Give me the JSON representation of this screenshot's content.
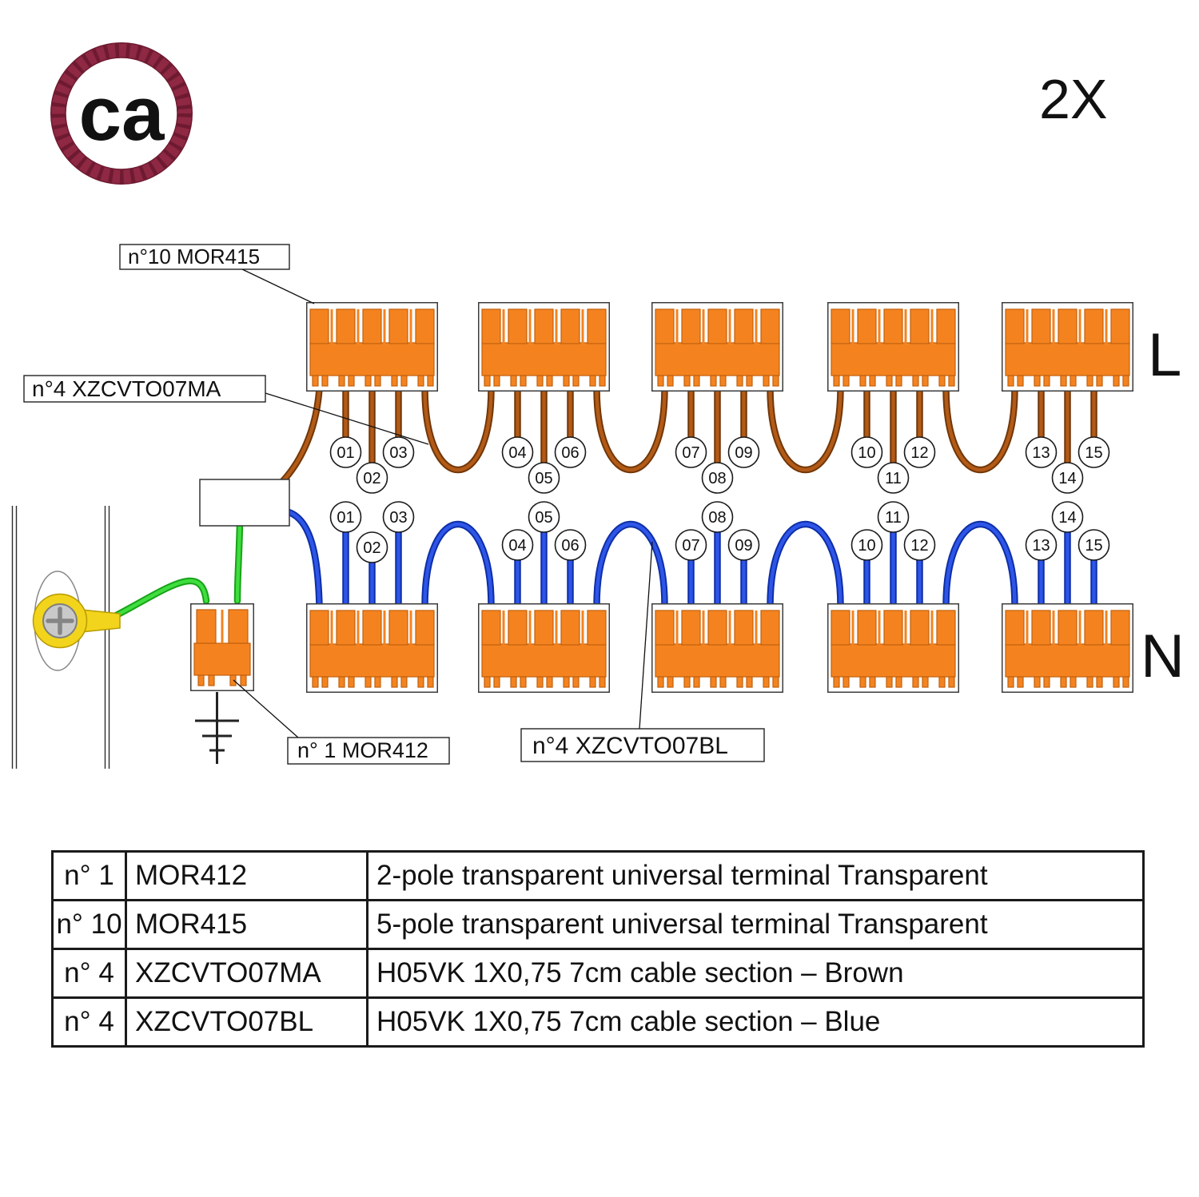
{
  "logo": {
    "text": "ca"
  },
  "header": {
    "quantity_note": "2X"
  },
  "diagram": {
    "line_l_label": "L",
    "line_n_label": "N",
    "callouts": {
      "mor415": "n°10 MOR415",
      "xzcvto07ma": "n°4 XZCVTO07MA",
      "mor412": "n° 1 MOR412",
      "xzcvto07bl": "n°4 XZCVTO07BL"
    },
    "wire_numbers": [
      "01",
      "02",
      "03",
      "04",
      "05",
      "06",
      "07",
      "08",
      "09",
      "10",
      "11",
      "12",
      "13",
      "14",
      "15"
    ],
    "colors": {
      "terminal_orange": "#F4831F",
      "terminal_orange_edge": "#C2600E",
      "brown_core": "#B25A17",
      "brown_edge": "#713708",
      "blue_core": "#2E55E8",
      "blue_edge": "#0D2FA6",
      "green_core": "#3FDD3F",
      "green_edge": "#17A317",
      "earth_yellow": "#F2D41C",
      "logo_ring": "#8E2843",
      "logo_text": "#8C8C8C"
    }
  },
  "table": {
    "rows": [
      {
        "qty": "n° 1",
        "code": "MOR412",
        "desc": "2-pole transparent universal terminal Transparent"
      },
      {
        "qty": "n° 10",
        "code": "MOR415",
        "desc": "5-pole transparent universal terminal Transparent"
      },
      {
        "qty": "n° 4",
        "code": "XZCVTO07MA",
        "desc": "H05VK 1X0,75 7cm cable section – Brown"
      },
      {
        "qty": "n° 4",
        "code": "XZCVTO07BL",
        "desc": "H05VK 1X0,75 7cm cable section – Blue"
      }
    ]
  }
}
